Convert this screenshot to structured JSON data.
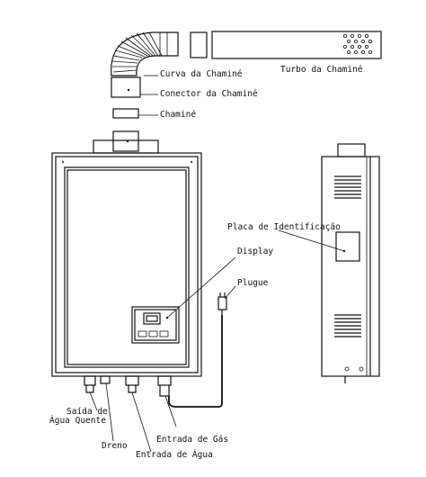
{
  "labels": {
    "curva_chamine": "Curva da Chaminé",
    "turbo_chamine": "Turbo da Chaminé",
    "conector_chamine": "Conector da Chaminé",
    "chamine": "Chaminé",
    "placa_identificacao": "Placa de Identificação",
    "display": "Display",
    "plugue": "Plugue",
    "saida_agua_quente_1": "Saída de",
    "saida_agua_quente_2": "Água Quente",
    "entrada_gas": "Entrada de Gás",
    "dreno": "Dreno",
    "entrada_agua": "Entrada de Água"
  }
}
